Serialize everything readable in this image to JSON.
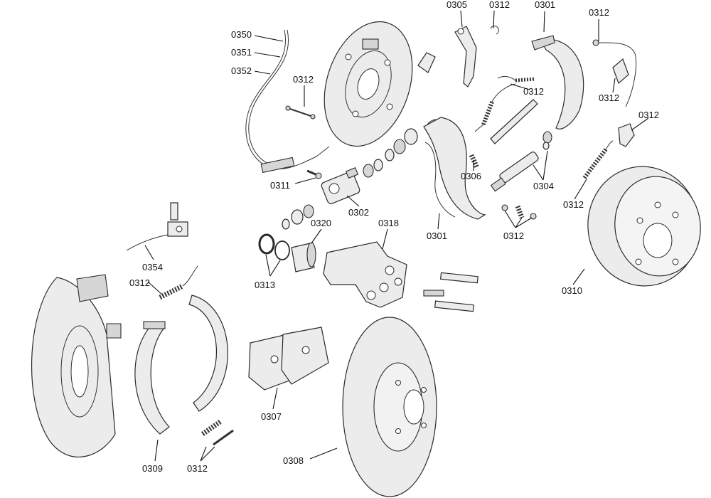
{
  "labels": {
    "l0305": "0305",
    "l0312a": "0312",
    "l0301a": "0301",
    "l0312b": "0312",
    "l0350": "0350",
    "l0351": "0351",
    "l0352": "0352",
    "l0312c": "0312",
    "l0312d": "0312",
    "l0312e": "0312",
    "l0312f": "0312",
    "l0306": "0306",
    "l0304": "0304",
    "l0311": "0311",
    "l0302": "0302",
    "l0312g": "0312",
    "l0301b": "0301",
    "l0312h": "0312",
    "l0318": "0318",
    "l0320": "0320",
    "l0354": "0354",
    "l0312i": "0312",
    "l0313": "0313",
    "l0310": "0310",
    "l0307": "0307",
    "l0308": "0308",
    "l0309": "0309",
    "l0312j": "0312"
  }
}
